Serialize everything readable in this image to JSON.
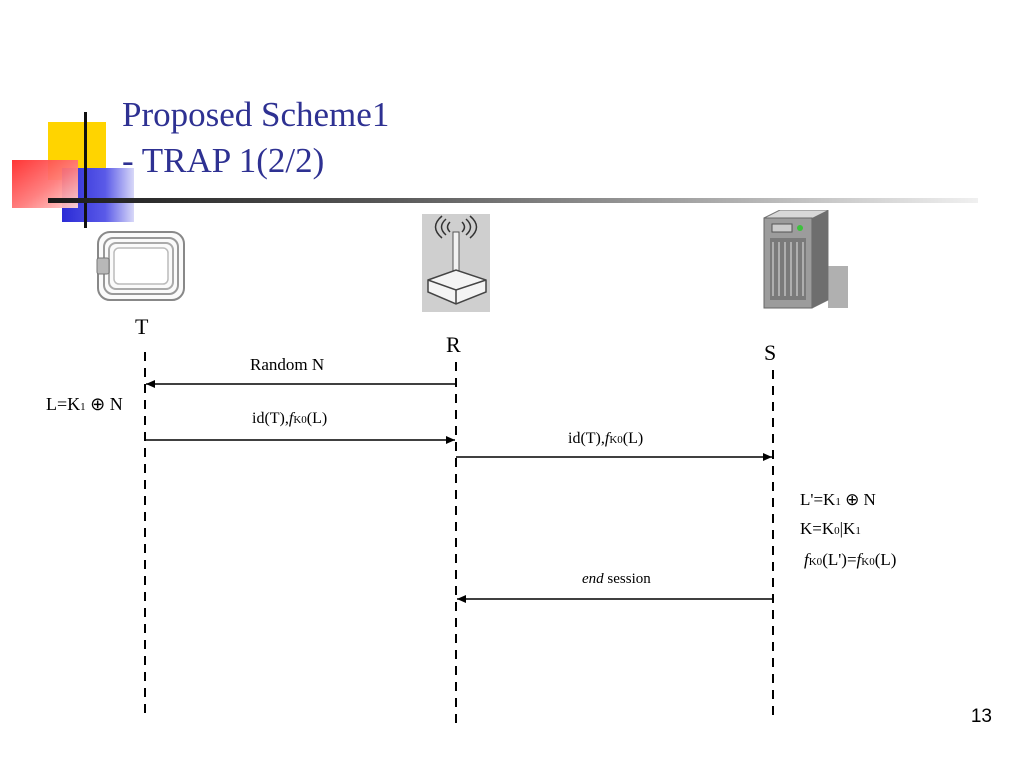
{
  "slide": {
    "title_line1": "Proposed Scheme1",
    "title_line2": "- TRAP 1(2/2)",
    "page_number": "13"
  },
  "colors": {
    "title": "#2e3192",
    "deco_yellow": "#ffd400",
    "deco_blue": "#2b2bd6",
    "deco_red": "#ff3b3b"
  },
  "entities": [
    {
      "id": "T",
      "label": "T",
      "icon": "rfid-tag-icon"
    },
    {
      "id": "R",
      "label": "R",
      "icon": "wireless-router-icon"
    },
    {
      "id": "S",
      "label": "S",
      "icon": "server-tower-icon"
    }
  ],
  "messages": {
    "random_n": "Random N",
    "tag_calc": {
      "a": "L=K",
      "sub1": "1",
      "b": " ⊕ N"
    },
    "id_msg_1": {
      "a": "id(T),",
      "f": "f",
      "sub": "K0",
      "b": "(L)"
    },
    "id_msg_2": {
      "a": "id(T),",
      "f": "f",
      "sub": "K0",
      "b": "(L)"
    },
    "end_session": {
      "italic": "end",
      "rest": " session"
    }
  },
  "server_calc": {
    "line1": {
      "a": "L'=K",
      "sub": "1",
      "b": " ⊕ N"
    },
    "line2": {
      "a": "K=K",
      "sub1": "0",
      "mid": "|K",
      "sub2": "1"
    },
    "line3": {
      "f1": "f",
      "sub1": "K0",
      "a": "(L')=",
      "f2": "f",
      "sub2": "K0",
      "b": "(L)"
    }
  }
}
